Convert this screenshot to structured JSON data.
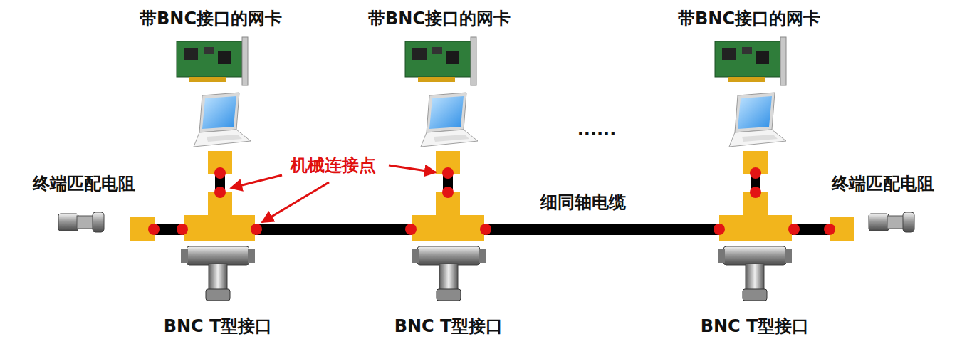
{
  "diagram": {
    "labels": [
      "带BNC接口的网卡",
      "带BNC接口的网卡",
      "带BNC接口的网卡",
      "终端匹配电阻",
      "机械连接点",
      "细同轴电缆",
      "......",
      "终端匹配电阻",
      "BNC T型接口",
      "BNC T型接口",
      "BNC T型接口"
    ]
  }
}
